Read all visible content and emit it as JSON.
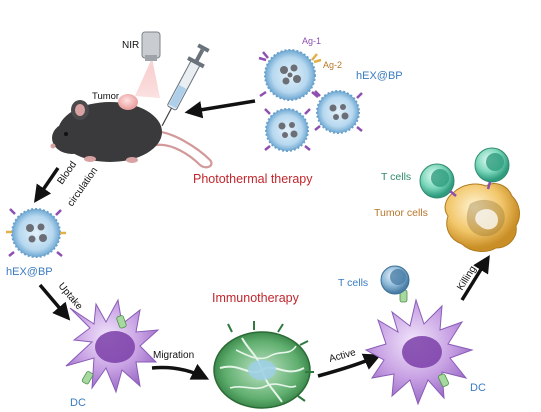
{
  "labels": {
    "nir": "NIR",
    "tumor": "Tumor",
    "ag1": "Ag-1",
    "ag2": "Ag-2",
    "hex_bp_top": "hEX@BP",
    "hex_bp_left": "hEX@BP",
    "blood_circulation_line1": "Blood",
    "blood_circulation_line2": "circulation",
    "photothermal_therapy": "Photothermal therapy",
    "immunotherapy": "Immunotherapy",
    "uptake": "Uptake",
    "migration": "Migration",
    "active": "Active",
    "killing": "Killing",
    "dc_left": "DC",
    "dc_right": "DC",
    "t_cells_top": "T cells",
    "tumor_cells": "Tumor cells",
    "t_cells_right": "T cells"
  },
  "colors": {
    "therapy_label": "#c0272d",
    "hex_label": "#3a7bbf",
    "cell_label": "#3a7bbf",
    "dc_label": "#3a7bbf",
    "tumor_cells_label": "#b8762b",
    "dc_body": "#b98ad8",
    "t_cell": "#5fc6a8",
    "tumor_cell": "#e7b754",
    "lymph_node": "#5aa86a",
    "vesicle": "#a8cfe8"
  },
  "icons": [
    "nir-laser-icon",
    "syringe-icon",
    "mouse-icon",
    "vesicle-icon",
    "dendritic-cell-icon",
    "lymph-node-icon",
    "t-cell-icon",
    "tumor-cell-icon"
  ]
}
